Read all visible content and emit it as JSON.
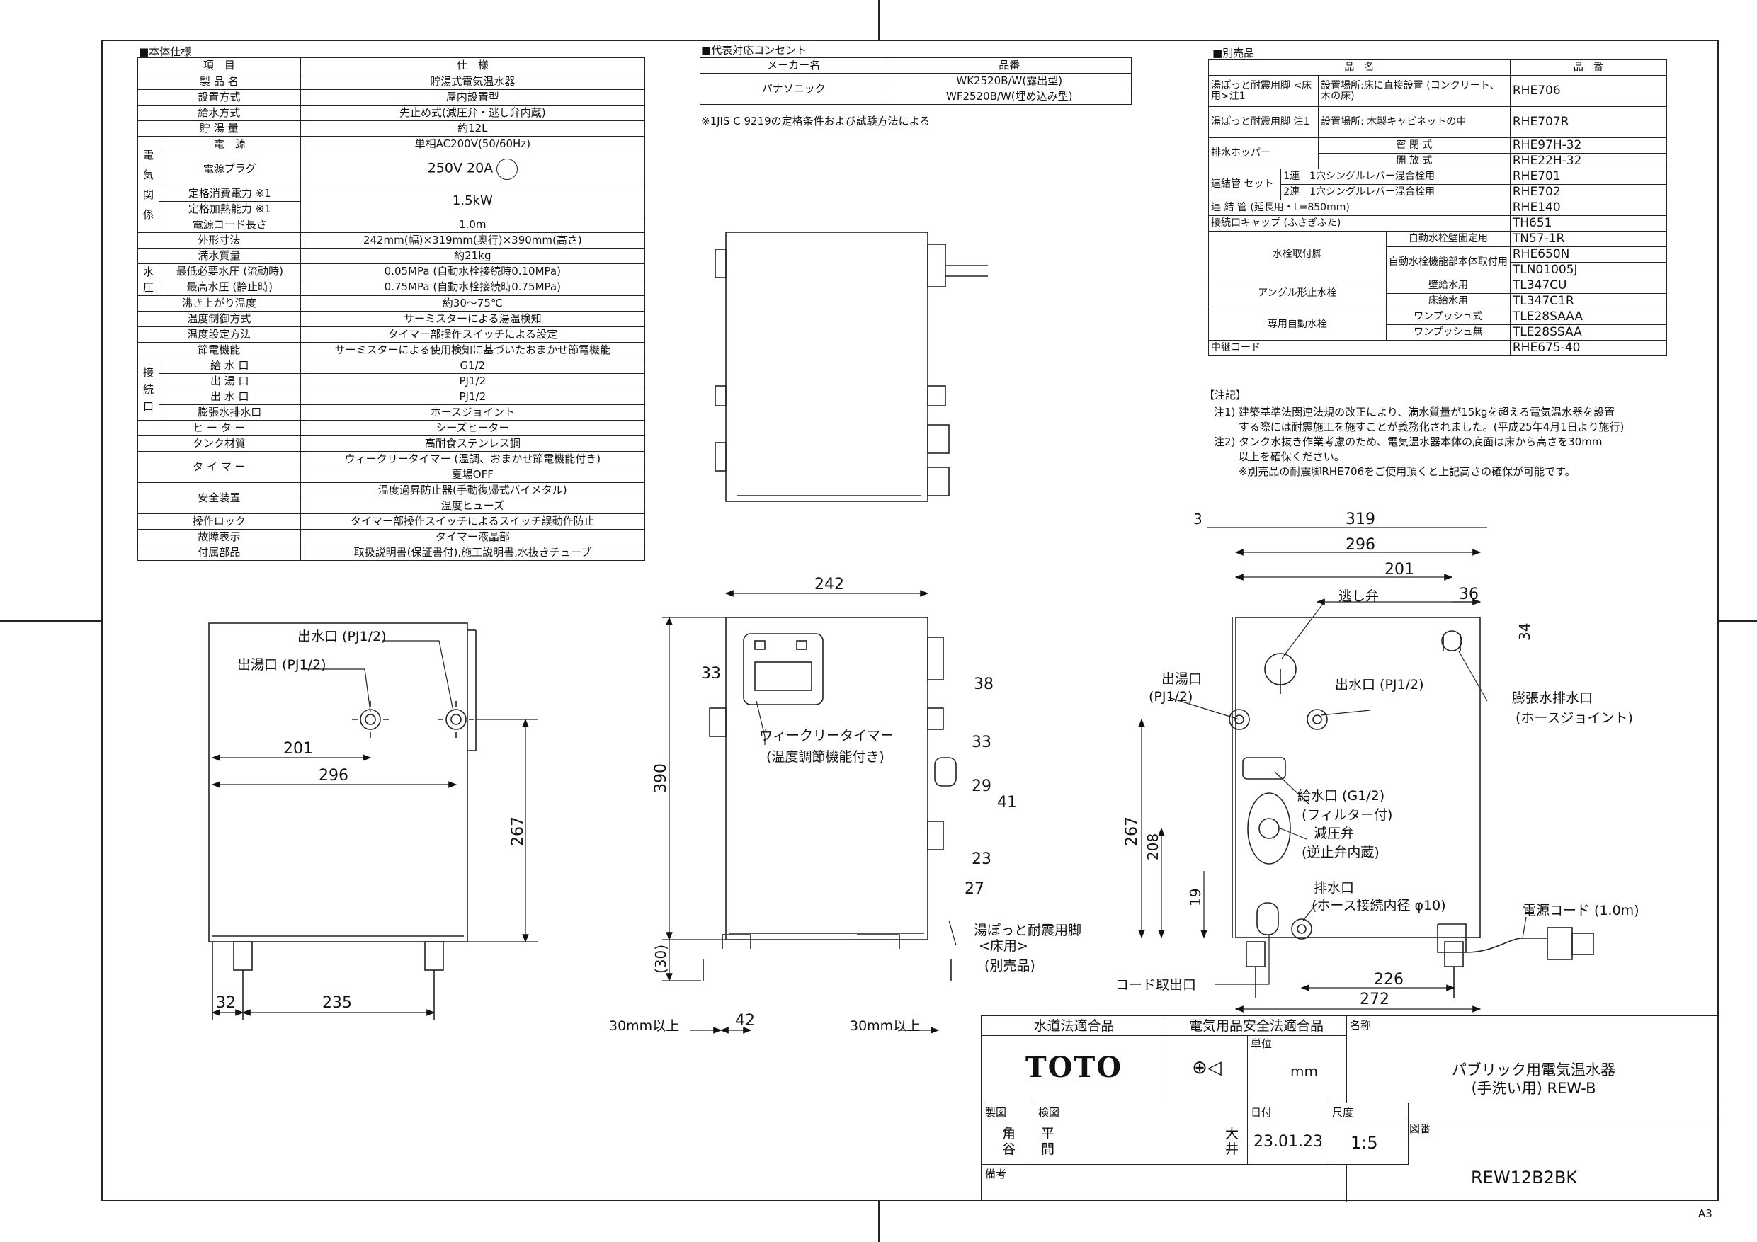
{
  "spec": {
    "title": "■本体仕様",
    "header": [
      "項　目",
      "仕　様"
    ],
    "rows": [
      [
        "製 品 名",
        "貯湯式電気温水器"
      ],
      [
        "設置方式",
        "屋内設置型"
      ],
      [
        "給水方式",
        "先止め式(減圧弁・逃し弁内蔵)"
      ],
      [
        "貯 湯 量",
        "約12L"
      ],
      [
        "電　源",
        "単相AC200V(50/60Hz)"
      ],
      [
        "電源プラグ",
        "250V 20A"
      ],
      [
        "定格消費電力 ※1",
        "1.5kW"
      ],
      [
        "定格加熱能力 ※1",
        ""
      ],
      [
        "電源コード長さ",
        "1.0m"
      ],
      [
        "外形寸法",
        "242mm(幅)×319mm(奥行)×390mm(高さ)"
      ],
      [
        "満水質量",
        "約21kg"
      ],
      [
        "最低必要水圧 (流動時)",
        "0.05MPa (自動水栓接続時0.10MPa)"
      ],
      [
        "最高水圧 (静止時)",
        "0.75MPa (自動水栓接続時0.75MPa)"
      ],
      [
        "沸き上がり温度",
        "約30〜75℃"
      ],
      [
        "温度制御方式",
        "サーミスターによる湯温検知"
      ],
      [
        "温度設定方法",
        "タイマー部操作スイッチによる設定"
      ],
      [
        "節電機能",
        "サーミスターによる使用検知に基づいたおまかせ節電機能"
      ],
      [
        "給 水 口",
        "G1/2"
      ],
      [
        "出 湯 口",
        "PJ1/2"
      ],
      [
        "出 水 口",
        "PJ1/2"
      ],
      [
        "膨張水排水口",
        "ホースジョイント"
      ],
      [
        "ヒ ー タ ー",
        "シーズヒーター"
      ],
      [
        "タンク材質",
        "高耐食ステンレス鋼"
      ],
      [
        "タ イ マ ー",
        "ウィークリータイマー (温調、おまかせ節電機能付き)"
      ],
      [
        "",
        "夏場OFF"
      ],
      [
        "安全装置",
        "温度過昇防止器(手動復帰式バイメタル)"
      ],
      [
        "",
        "温度ヒューズ"
      ],
      [
        "操作ロック",
        "タイマー部操作スイッチによるスイッチ誤動作防止"
      ],
      [
        "故障表示",
        "タイマー液晶部"
      ],
      [
        "付属部品",
        "取扱説明書(保証書付),施工説明書,水抜きチューブ"
      ]
    ],
    "groups": {
      "electric": "電気関係",
      "pressure": "水圧",
      "connection": "接続口"
    }
  },
  "outlet": {
    "title": "■代表対応コンセント",
    "header": [
      "メーカー名",
      "品番"
    ],
    "maker": "パナソニック",
    "items": [
      "WK2520B/W(露出型)",
      "WF2520B/W(埋め込み型)"
    ],
    "note": "※1JIS C 9219の定格条件および試験方法による"
  },
  "options": {
    "title": "■別売品",
    "header": [
      "品　名",
      "品　番"
    ],
    "rows": [
      [
        "湯ぽっと耐震用脚 <床用>注1",
        "設置場所:床に直接設置 (コンクリート、木の床)",
        "RHE706"
      ],
      [
        "湯ぽっと耐震用脚 注1",
        "設置場所: 木製キャビネットの中",
        "RHE707R"
      ],
      [
        "排水ホッパー",
        "密 閉 式",
        "RHE97H-32"
      ],
      [
        "",
        "開 放 式",
        "RHE22H-32"
      ],
      [
        "連結管 セット",
        "1連　1穴シングルレバー混合栓用",
        "RHE701"
      ],
      [
        "",
        "2連　1穴シングルレバー混合栓用",
        "RHE702"
      ],
      [
        "連 結 管 (延長用・L=850mm)",
        "",
        "RHE140"
      ],
      [
        "接続口キャップ (ふさぎふた)",
        "",
        "TH651"
      ],
      [
        "水栓取付脚",
        "自動水栓壁固定用",
        "TN57-1R"
      ],
      [
        "",
        "自動水栓機能部本体取付用",
        "RHE650N"
      ],
      [
        "",
        "",
        "TLN01005J"
      ],
      [
        "アングル形止水栓",
        "壁給水用",
        "TL347CU"
      ],
      [
        "",
        "床給水用",
        "TL347C1R"
      ],
      [
        "専用自動水栓",
        "ワンプッシュ式",
        "TLE28SAAA"
      ],
      [
        "",
        "ワンプッシュ無",
        "TLE28SSAA"
      ],
      [
        "中継コード",
        "",
        "RHE675-40"
      ]
    ]
  },
  "notes": {
    "title": "【注記】",
    "lines": [
      "注1) 建築基準法関連法規の改正により、満水質量が15kgを超える電気温水器を設置",
      "　　 する際には耐震施工を施すことが義務化されました。(平成25年4月1日より施行)",
      "注2) タンク水抜き作業考慮のため、電気温水器本体の底面は床から高さを30mm",
      "　　 以上を確保ください。",
      "　　 ※別売品の耐震脚RHE706をご使用頂くと上記高さの確保が可能です。"
    ]
  },
  "labels": {
    "outlet_water": "出水口 (PJ1/2)",
    "outlet_hot": "出湯口 (PJ1/2)",
    "timer": "ウィークリータイマー",
    "timer_sub": "(温度調節機能付き)",
    "seismic": "湯ぽっと耐震用脚",
    "seismic2": "<床用>",
    "seismic3": "(別売品)",
    "clearance": "30mm以上",
    "relief": "逃し弁",
    "hot_r": "出湯口",
    "hot_r2": "(PJ1/2)",
    "expansion": "膨張水排水口",
    "hose": "(ホースジョイント)",
    "inlet": "給水口 (G1/2)",
    "filter": "(フィルター付)",
    "reducer": "減圧弁",
    "check": "(逆止弁内蔵)",
    "drain": "排水口",
    "drain2": "(ホース接続内径 φ10)",
    "cord": "電源コード (1.0m)",
    "cord_exit": "コード取出口"
  },
  "dims": {
    "d201": "201",
    "d296": "296",
    "d267": "267",
    "d32": "32",
    "d235": "235",
    "d242": "242",
    "d390": "390",
    "d33": "33",
    "d38": "38",
    "d29": "29",
    "d41": "41",
    "d23": "23",
    "d27": "27",
    "d30": "(30)",
    "d42": "42",
    "d3": "3",
    "d319": "319",
    "d36": "36",
    "d34": "34",
    "d208": "208",
    "d19": "19",
    "d226": "226",
    "d272": "272"
  },
  "titleblock": {
    "cert1": "水道法適合品",
    "cert2": "電気用品安全法適合品",
    "brand": "TOTO",
    "unit_label": "単位",
    "unit": "mm",
    "name_label": "名称",
    "name1": "パブリック用電気温水器",
    "name2": "(手洗い用) REW-B",
    "draw_label": "製図",
    "drawer": "角谷",
    "check_label": "検図",
    "checker": "平間",
    "approver": "大井",
    "date_label": "日付",
    "date": "23.01.23",
    "scale_label": "尺度",
    "scale": "1:5",
    "no_label": "図番",
    "number": "REW12B2BK",
    "remarks_label": "備考",
    "paper": "A3"
  }
}
